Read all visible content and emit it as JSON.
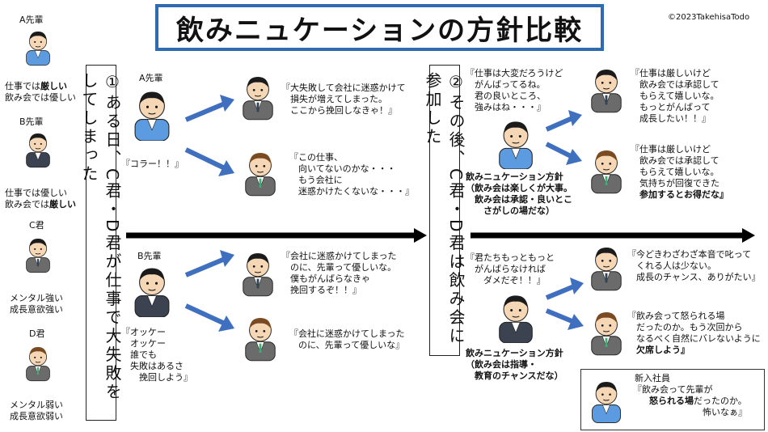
{
  "title": "飲みニュケーションの方針比較",
  "copyright": "©2023TakehisaTodo",
  "left_profiles": [
    {
      "name": "A先輩",
      "line1_prefix": "仕事では",
      "line1_strong": "厳しい",
      "line2_prefix": "飲み会では優しい",
      "line2_strong": ""
    },
    {
      "name": "B先輩",
      "line1_prefix": "仕事では優しい",
      "line1_strong": "",
      "line2_prefix": "飲み会では",
      "line2_strong": "厳しい"
    },
    {
      "name": "C君",
      "line1_prefix": "メンタル強い",
      "line1_strong": "",
      "line2_prefix": "成長意欲強い",
      "line2_strong": ""
    },
    {
      "name": "D君",
      "line1_prefix": "メンタル弱い",
      "line1_strong": "",
      "line2_prefix": "成長意欲弱い",
      "line2_strong": ""
    }
  ],
  "step1": "①ある日、C君・D君が仕事で大失敗をしてしまった",
  "step2": "②その後、C君・D君は飲み会に参加した",
  "phase1": {
    "a_label": "A先輩",
    "a_speech": "『コラー！！』",
    "a_c_reply": "『大失敗して会社に迷惑かけて\n　損失が増えてしまった。\n　ここから挽回しなきゃ！』",
    "a_d_reply": "『この仕事、\n　向いてないのかな・・・\n　もう会社に\n　迷惑かけたくないな・・・』",
    "b_label": "B先輩",
    "b_speech": "『オッケー\n　オッケー\n　誰でも\n　失敗はあるさ\n　　挽回しよう』",
    "b_c_reply": "『会社に迷惑かけてしまった\n　のに、先輩って優しいな。\n　僕もがんばらなきゃ\n　挽回するぞ！！』",
    "b_d_reply": "『会社に迷惑かけてしまった\n　のに、先輩って優しいな』"
  },
  "phase2": {
    "a_speech": "『仕事は大変だろうけど\n　がんばってるね。\n　君の良いところ、\n　強みはね・・・』",
    "a_policy_title": "飲みニュケーション方針",
    "a_policy_body": "（飲み会は楽しくが大事。\n　飲み会は承認・良いとこ\n　　さがしの場だな）",
    "a_c_reply": "『仕事は厳しいけど\n　飲み会では承認して\n　もらえて嬉しいな。\n　もっとがんばって\n　成長したい！！』",
    "a_d_reply_main": "『仕事は厳しいけど\n　飲み会では承認して\n　もらえて嬉しいな。\n　気持ちが回復できた",
    "a_d_reply_strong": "　参加するとお得だな』",
    "b_speech": "『君たちもっともっと\n　がんばらなければ\n　　ダメだぞ！！』",
    "b_policy_title": "飲みニュケーション方針",
    "b_policy_body": "（飲み会は指導・\n　教育のチャンスだな）",
    "b_c_reply": "『今どきわざわざ本音で叱って\n　くれる人は少ない。\n　成長のチャンス、ありがたい』",
    "b_d_reply_main": "『飲み会って怒られる場\n　だったのか。もう次回から\n　なるべく自然にバレないように",
    "b_d_reply_strong": "　欠席しよう』"
  },
  "newcomer": {
    "label": "新入社員",
    "line1": "『飲み会って先輩が",
    "line2_strong": "怒られる場",
    "line2_rest": "だったのか。",
    "line3": "怖いなぁ』"
  },
  "colors": {
    "accent": "#2e6bb0",
    "arrow_blue": "#3f6fbf",
    "suit_gray": "#6b6b6b",
    "shirt_blue": "#5d9be0"
  }
}
